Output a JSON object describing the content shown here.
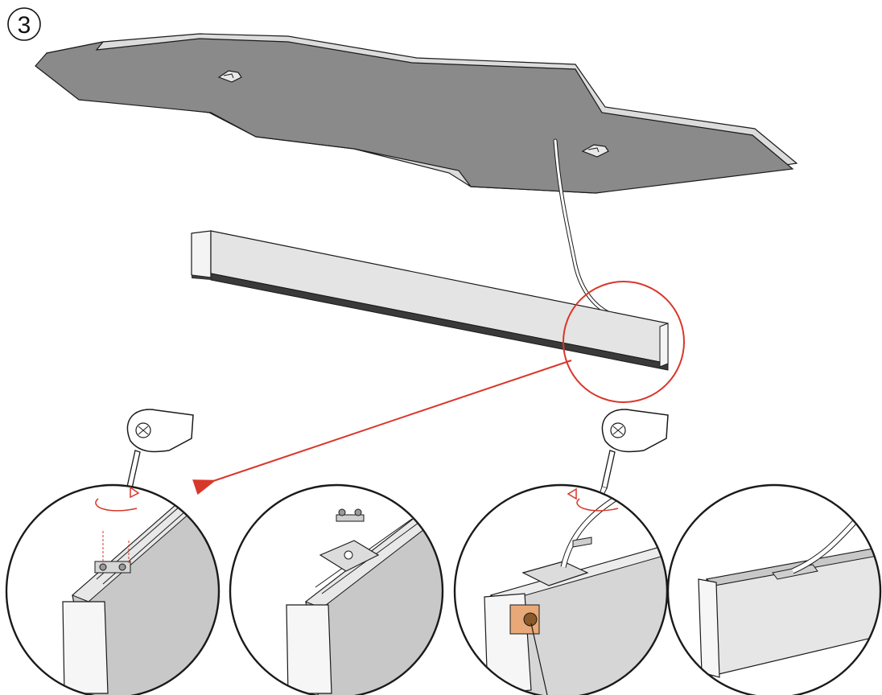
{
  "step": {
    "number": "3"
  },
  "colors": {
    "ceiling": "#8a8a8a",
    "ceiling_edge": "#dcdcdc",
    "outline": "#1a1a1a",
    "fixture_face": "#e4e4e4",
    "fixture_bottom": "#3a3a3a",
    "callout": "#d8372a",
    "connector": "#e8a877",
    "detail_bg": "#f4f4f4"
  },
  "icons": {
    "ceiling": "ceiling-panel-icon",
    "clip": "mounting-clip-icon",
    "fixture": "linear-light-fixture-icon",
    "hand": "hand-holding-screwdriver-icon",
    "rotate": "rotation-arrow-icon",
    "screw": "screw-icon",
    "connector": "terminal-block-icon"
  },
  "details": [
    {
      "id": "remove-cover-plate"
    },
    {
      "id": "plate-removed"
    },
    {
      "id": "wire-connection"
    },
    {
      "id": "fixture-assembled"
    }
  ]
}
